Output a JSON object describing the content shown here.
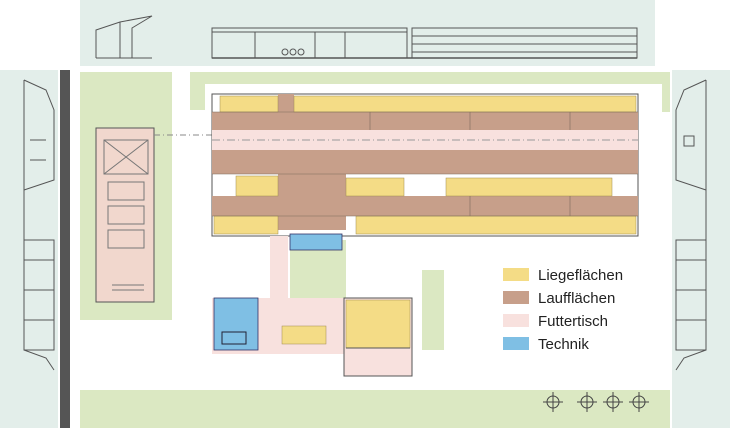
{
  "colors": {
    "liege": "#f4dc86",
    "lauf": "#c79f8a",
    "futter": "#f8e1de",
    "technik": "#7fbfe4",
    "grass": "#dbe8c2",
    "elevation_bg": "#e3eeea",
    "line": "#555555"
  },
  "legend": {
    "items": [
      {
        "key": "liege",
        "label": "Liegeflächen",
        "color": "#f4dc86"
      },
      {
        "key": "lauf",
        "label": "Laufflächen",
        "color": "#c79f8a"
      },
      {
        "key": "futter",
        "label": "Futtertisch",
        "color": "#f8e1de"
      },
      {
        "key": "technik",
        "label": "Technik",
        "color": "#7fbfe4"
      }
    ]
  },
  "icons": {
    "north_arrows": [
      "north-arrow-icon",
      "north-arrow-icon",
      "north-arrow-icon",
      "north-arrow-icon"
    ]
  }
}
